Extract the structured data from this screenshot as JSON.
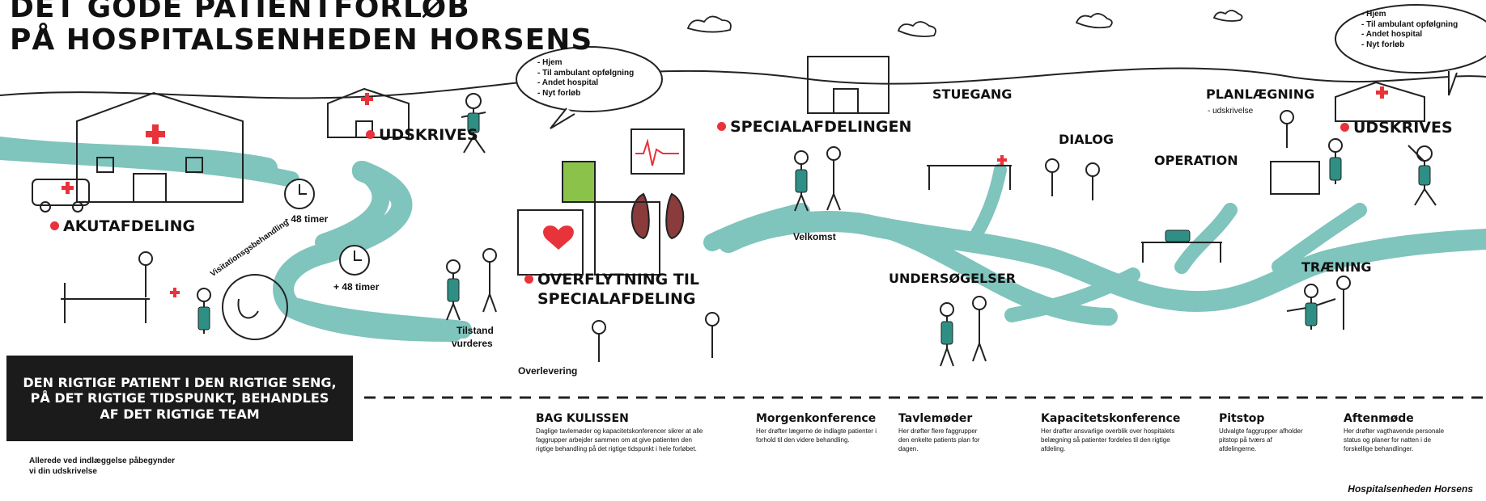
{
  "title": {
    "line1": "DET GODE PATIENTFORLØB",
    "line2": "PÅ HOSPITALSENHEDEN HORSENS"
  },
  "labels": {
    "akutafdeling": "AKUTAFDELING",
    "udskrives_left": "UDSKRIVES",
    "specialafdelingen": "SPECIALAFDELINGEN",
    "overflytning_1": "OVERFLYTNING TIL",
    "overflytning_2": "SPECIALAFDELING",
    "stuegang": "STUEGANG",
    "dialog": "DIALOG",
    "operation": "OPERATION",
    "planlaegning": "PLANLÆGNING",
    "planlaegning_sub": "- udskrivelse",
    "udskrives_right": "UDSKRIVES",
    "undersoegelser": "UNDERSØGELSER",
    "traening": "TRÆNING"
  },
  "small_labels": {
    "minus48": "- 48 timer",
    "plus48": "+ 48 timer",
    "visitation": "Visitationsgsbehandling",
    "tilstand_1": "Tilstand",
    "tilstand_2": "vurderes",
    "overlevering": "Overlevering",
    "velkomst": "Velkomst"
  },
  "bubble_left": [
    "Hjem",
    "Til ambulant opfølgning",
    "Andet hospital",
    "Nyt forløb"
  ],
  "bubble_right": [
    "Hjem",
    "Til ambulant opfølgning",
    "Andet hospital",
    "Nyt forløb"
  ],
  "blackbox": {
    "line1": "DEN RIGTIGE PATIENT I DEN RIGTIGE SENG,",
    "line2": "PÅ DET RIGTIGE TIDSPUNKT, BEHANDLES",
    "line3": "AF DET RIGTIGE TEAM"
  },
  "footnote": {
    "line1": "Allerede ved indlæggelse påbegynder",
    "line2": "vi din udskrivelse"
  },
  "backstage": [
    {
      "title": "BAG KULISSEN",
      "text": "Daglige tavlemøder og kapacitetskonferencer sikrer at alle faggrupper arbejder sammen om at give patienten den rigtige behandling på det rigtige tidspunkt i hele forløbet."
    },
    {
      "title": "Morgenkonference",
      "text": "Her drøfter lægerne de indlagte patienter i forhold til den videre behandling."
    },
    {
      "title": "Tavlemøder",
      "text": "Her drøfter flere faggrupper den enkelte patients plan for dagen."
    },
    {
      "title": "Kapacitetskonference",
      "text": "Her drøfter ansvarlige overblik over hospitalets belægning så patienter fordeles til den rigtige afdeling."
    },
    {
      "title": "Pitstop",
      "text": "Udvalgte faggrupper afholder pitstop på tværs af afdelingerne."
    },
    {
      "title": "Aftenmøde",
      "text": "Her drøfter vagthavende personale status og planer for natten i de forskellige behandlinger."
    }
  ],
  "brand": "Hospitalsenheden Horsens",
  "colors": {
    "river": "#7fc4bd",
    "river_edge": "#5aa9a1",
    "accent_red": "#e8333a",
    "teal_clothing": "#2f8f84",
    "ink": "#111111"
  }
}
